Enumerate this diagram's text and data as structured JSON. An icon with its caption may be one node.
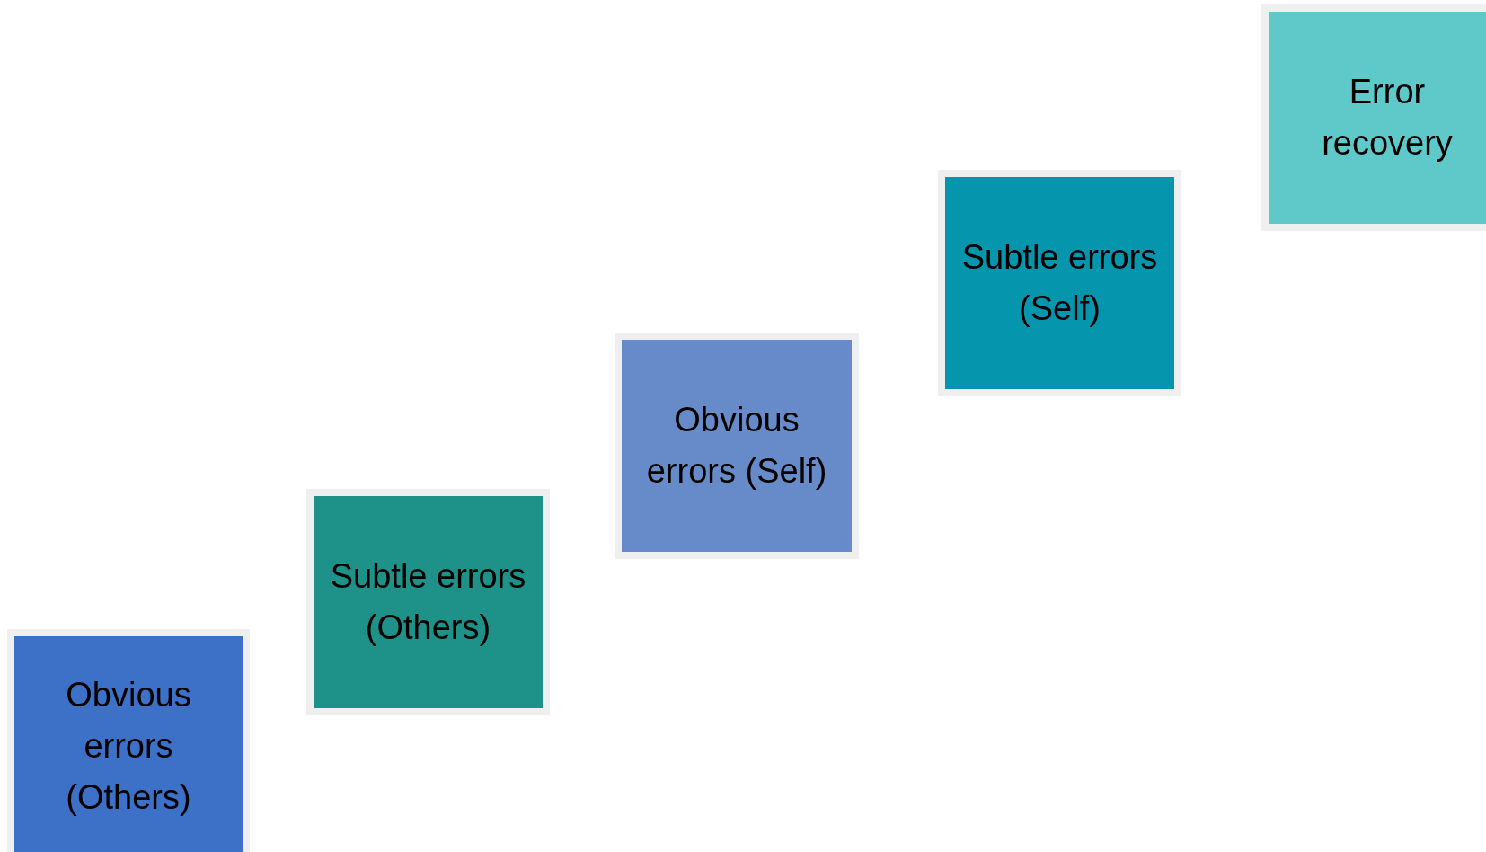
{
  "diagram": {
    "nodes": [
      {
        "text": [
          "Obvious errors (Others)"
        ]
      },
      {
        "text": [
          "Subtle errors (Others)"
        ]
      },
      {
        "text": [
          "Obvious errors (Self)"
        ]
      },
      {
        "text": [
          "Subtle errors (Self)"
        ]
      },
      {
        "text": [
          "Error recovery"
        ]
      }
    ]
  }
}
